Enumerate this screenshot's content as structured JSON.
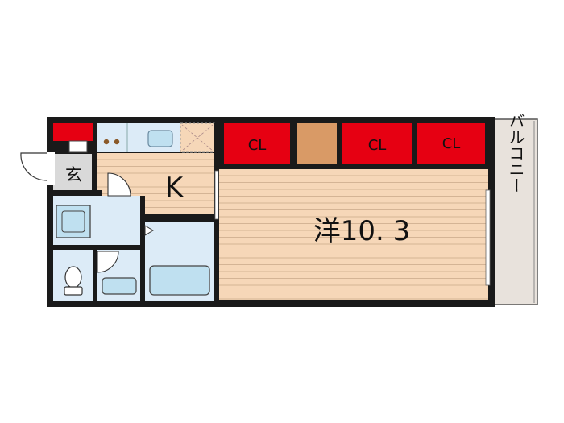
{
  "plan": {
    "rooms": {
      "entrance": "玄",
      "kitchen": "K",
      "western_room": "洋10. 3",
      "balcony": "バルコニー"
    },
    "closets": [
      "CL",
      "CL",
      "CL"
    ],
    "colors": {
      "wall": "#1a1a1a",
      "floor_wood": "#f6d7b8",
      "floor_line": "#c9a98a",
      "closet": "#e60012",
      "wet_area": "#dcebf7",
      "entrance": "#d9d9d9",
      "balcony": "#e8e2dc",
      "storage": "#d99a66",
      "fixture": "#bfe0f0"
    }
  }
}
